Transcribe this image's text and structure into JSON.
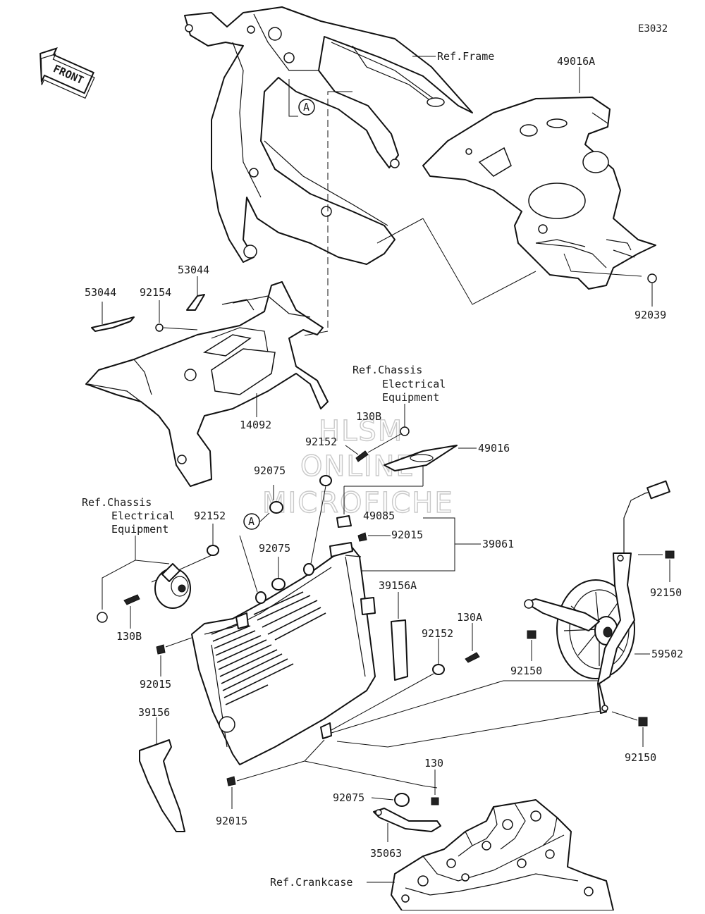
{
  "diagram_code": "E3032",
  "front_label": "FRONT",
  "watermark": [
    "HLSM",
    "ONLINE",
    "MICROFICHE"
  ],
  "ref_labels": {
    "frame": "Ref.Frame",
    "chassis_electrical_1": [
      "Ref.Chassis",
      "Electrical",
      "Equipment"
    ],
    "chassis_electrical_2": [
      "Ref.Chassis",
      "Electrical",
      "Equipment"
    ],
    "crankcase": "Ref.Crankcase"
  },
  "callout": "A",
  "parts": {
    "p49016A": "49016A",
    "p92039": "92039",
    "p53044_left": "53044",
    "p92154": "92154",
    "p53044_right": "53044",
    "p14092": "14092",
    "p130B_top": "130B",
    "p92152_top": "92152",
    "p49016": "49016",
    "p92075_top": "92075",
    "p49085": "49085",
    "p92015_top": "92015",
    "p39061": "39061",
    "p92152_mid": "92152",
    "p92075_mid": "92075",
    "p130B_left": "130B",
    "p92015_left": "92015",
    "p39156A": "39156A",
    "p130A": "130A",
    "p92152_low": "92152",
    "p92150_top": "92150",
    "p92150_mid": "92150",
    "p59502": "59502",
    "p92150_low": "92150",
    "p39156": "39156",
    "p92015_low": "92015",
    "p130": "130",
    "p92075_low": "92075",
    "p35063": "35063"
  }
}
